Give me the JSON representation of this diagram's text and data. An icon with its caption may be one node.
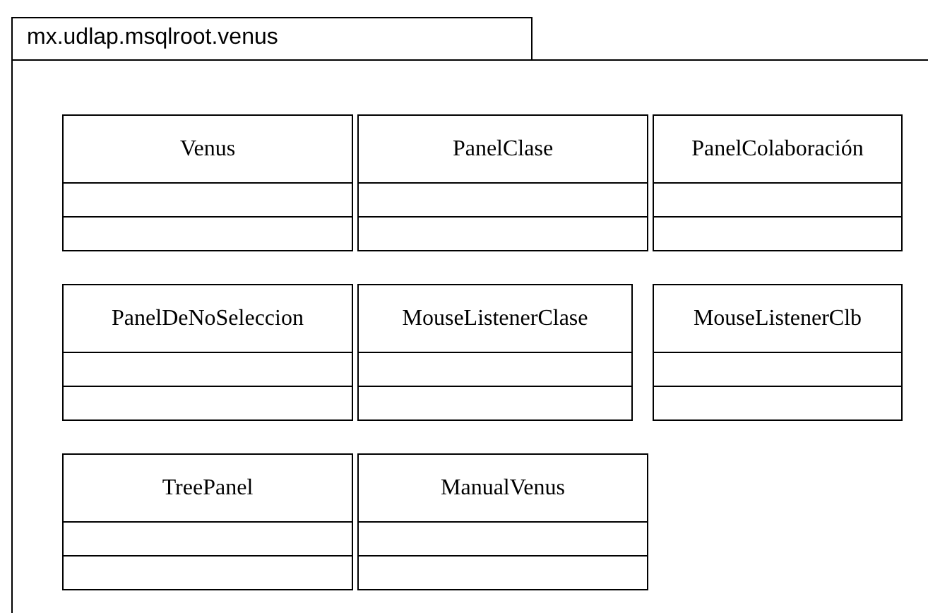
{
  "diagram": {
    "nodes": [
      {
        "text": [
          "mx.udlap.msqlroot.venus"
        ]
      },
      {
        "text": [
          "Venus"
        ],
        "in": 0
      },
      {
        "text": [
          "PanelClase"
        ],
        "in": 0
      },
      {
        "text": [
          "PanelColaboración"
        ],
        "in": 0
      },
      {
        "text": [
          "PanelDeNoSeleccion"
        ],
        "in": 0
      },
      {
        "text": [
          "MouseListenerClase"
        ],
        "in": 0
      },
      {
        "text": [
          "MouseListenerClb"
        ],
        "in": 0
      },
      {
        "text": [
          "TreePanel"
        ],
        "in": 0
      },
      {
        "text": [
          "ManualVenus"
        ],
        "in": 0
      }
    ]
  }
}
